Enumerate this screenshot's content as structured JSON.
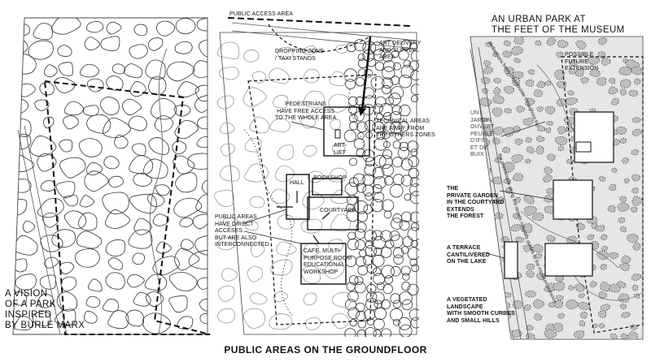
{
  "left_panel": {
    "caption": "A VISION\nOF A PARK\nINSPIRED\nBY BURLE MARX"
  },
  "middle_panel": {
    "labels": {
      "public_access_area": "PUBLIC ACCESS AREA",
      "dropping_zone": "DROPPING ZONE\n/ TAXI STANDS",
      "art_delivery": "ART DELIVERY\nAND SUPPLY\nAREA",
      "pedestrians": "PEDESTRIANS\nHAVE FREE ACCESS\nTO THE WHOLE AREA",
      "technical_areas": "TECHNICAL AREAS\nARE AWAY FROM\nTHE OTHERS ZONES",
      "art_lift": "ART-\nLIFT",
      "hall": "HALL",
      "bookshop": "BOOKSHOP",
      "courtyard": "COURTYARD",
      "public_areas": "PUBLIC AREAS\nHAVE DIRECT\nACCESES\nBUT ARE ALSO\nINTERCONNECTED",
      "cafe": "CAFE, MULTI-\nPURPOSE ROOM\nEDUCATIONAL\nWORKSHOP"
    }
  },
  "right_panel": {
    "title": "AN URBAN PARK AT\nTHE FEET OF THE MUSEUM",
    "labels": {
      "possible_extension": "POSSIBLE\nFUTURE\nEXTENSION",
      "un_jardin": "UN\nJARDIN\nOUVERT\nPEUPLÉ\nD'IFS\nET DE\nBUIX",
      "private_garden": "THE\nPRIVATE GARDEN\nIN THE COURTYARD\nEXTENDS\nTHE FOREST",
      "terrace": "A TERRACE\nCANTILIVERED\nON THE LAKE",
      "vegetated": "A VEGETATED\nLANDSCAPE\nWITH SMOOTH CURBES\nAND SMALL HILLS"
    },
    "path_labels": {
      "pedestrians_wander": "pedestrians freely deambulate throughout the garden",
      "promenade": "the promenade along the streets naturally guides to the museum entrance"
    }
  },
  "caption": "PUBLIC AREAS ON THE GROUNDFLOOR",
  "colors": {
    "ink": "#111111",
    "fill": "#d9d9d9",
    "background": "#ffffff"
  }
}
